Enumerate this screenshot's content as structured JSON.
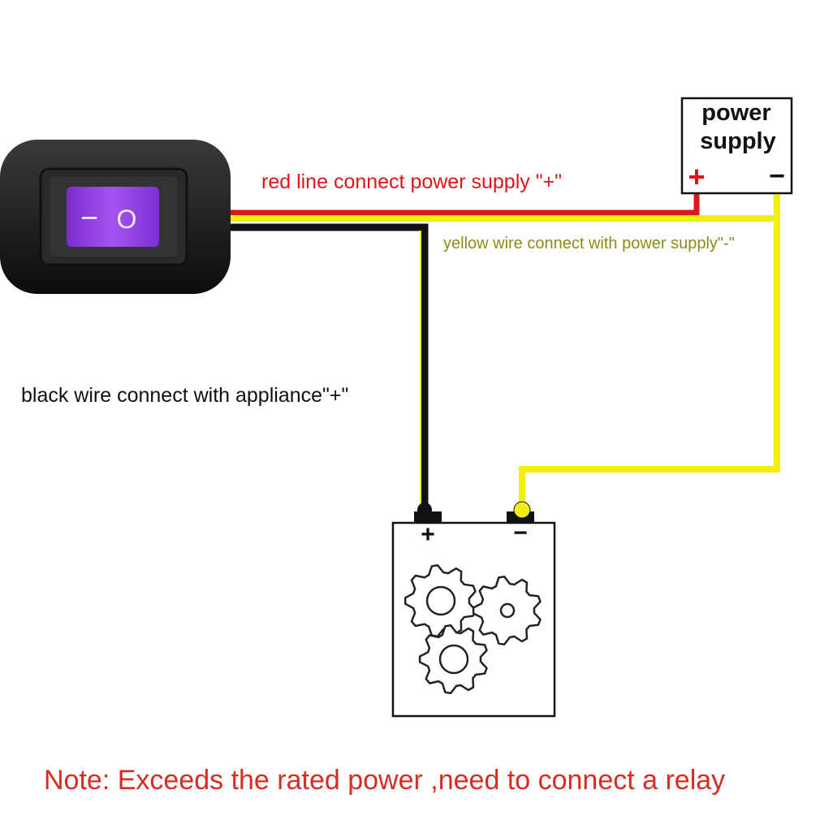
{
  "labels": {
    "power_supply_line1": "power",
    "power_supply_line2": "supply",
    "ps_plus": "+",
    "ps_minus": "−",
    "red_line": "red line connect power supply \"+\"",
    "yellow_wire": "yellow wire connect with power supply\"-\"",
    "black_wire": "black wire connect with appliance\"+\"",
    "appliance_plus": "+",
    "appliance_minus": "−",
    "switch_off_symbol": "−",
    "switch_on_symbol": "O",
    "note": "Note: Exceeds the rated power ,need to connect a relay"
  },
  "colors": {
    "red_wire": "#e0141a",
    "yellow_wire": "#f2ee14",
    "black_wire": "#111111",
    "red_text": "#e0141a",
    "olive_text": "#8c8c14",
    "note_text": "#d82c22",
    "switch_lens": "#9a40e8"
  }
}
